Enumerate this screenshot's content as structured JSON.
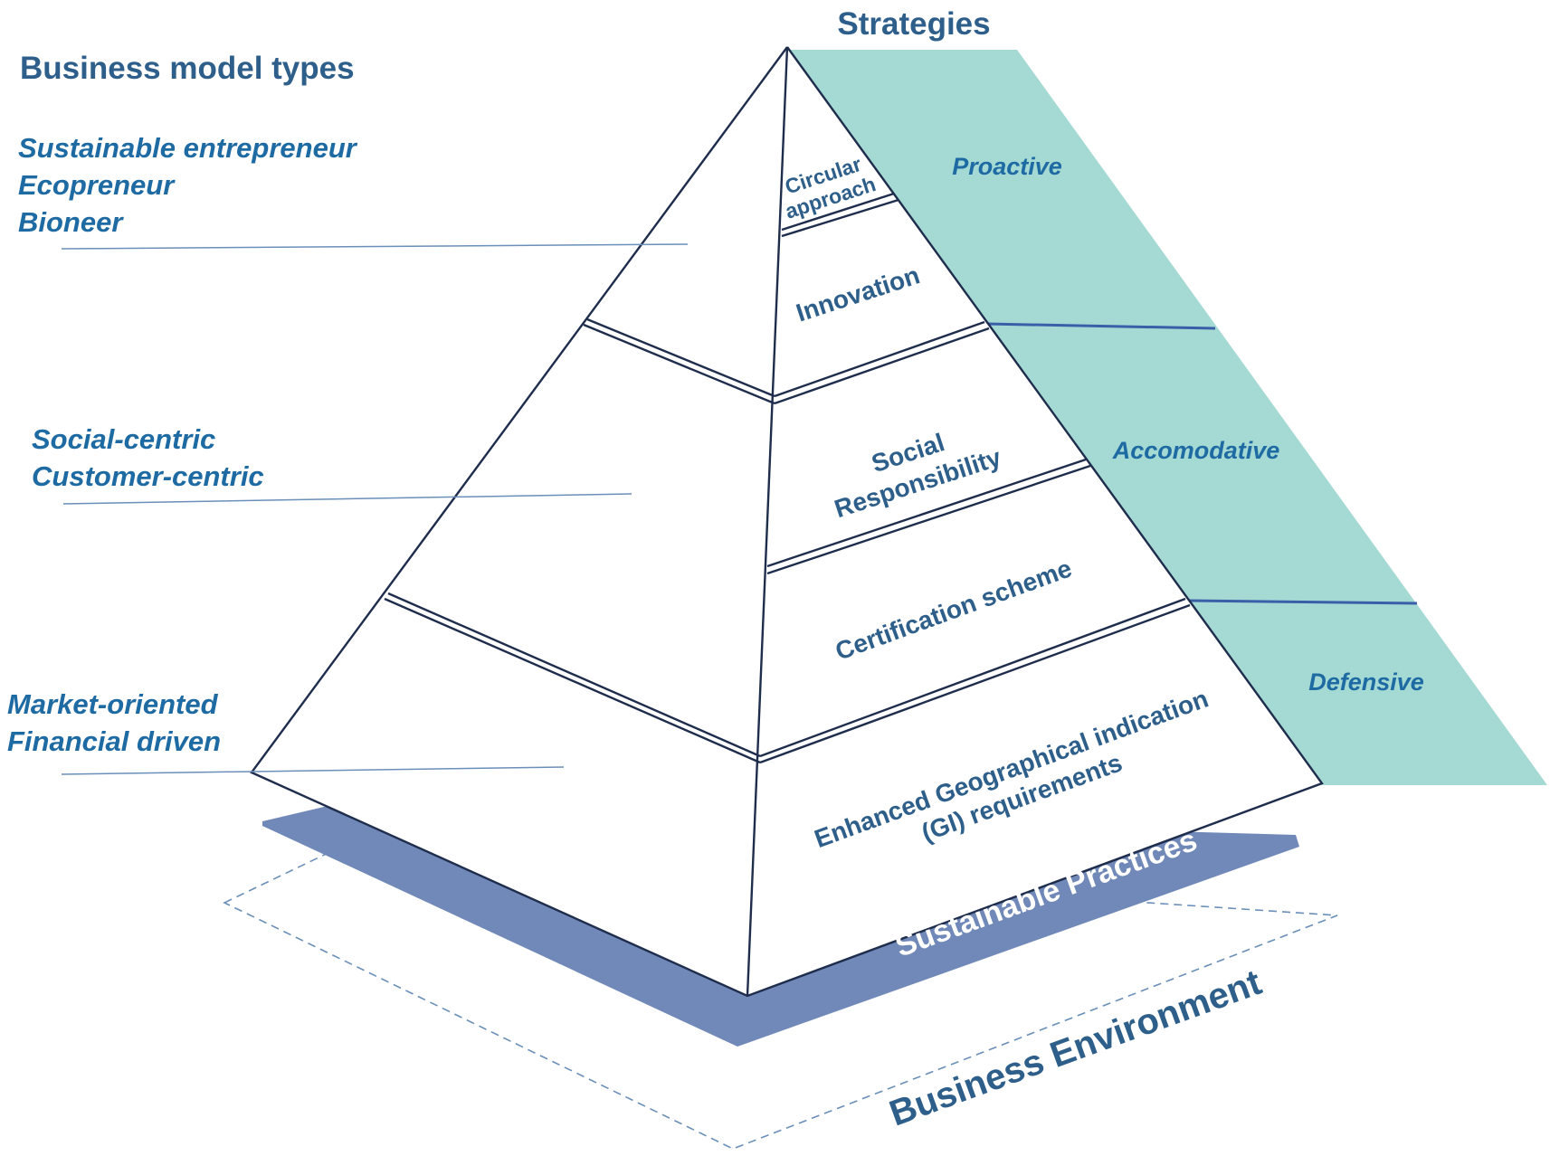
{
  "headings": {
    "business_model_types": "Business model types",
    "strategies": "Strategies"
  },
  "business_model_types": {
    "top": [
      "Sustainable entrepreneur",
      "Ecopreneur",
      "Bioneer"
    ],
    "middle": [
      "Social-centric",
      "Customer-centric"
    ],
    "bottom": [
      "Market-oriented",
      "Financial driven"
    ]
  },
  "strategies": {
    "proactive": "Proactive",
    "accommodative": "Accomodative",
    "defensive": "Defensive"
  },
  "practices": {
    "circular_line1": "Circular",
    "circular_line2": "approach",
    "innovation": "Innovation",
    "social_line1": "Social",
    "social_line2": "Responsibility",
    "certification": "Certification scheme",
    "gi_line1": "Enhanced Geographical indication",
    "gi_line2": "(GI) requirements"
  },
  "base": {
    "sustainable_practices": "Sustainable Practices",
    "business_environment": "Business Environment"
  },
  "colors": {
    "strategy_band": "#a5d9d4",
    "base_plate": "#7189b8",
    "text_blue": "#1e6aa3",
    "heading_blue": "#2e5f8a"
  }
}
